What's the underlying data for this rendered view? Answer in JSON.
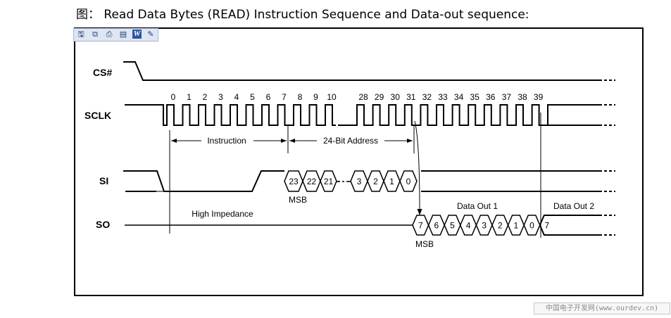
{
  "title": "图： Read Data Bytes (READ) Instruction Sequence and Data-out sequence:",
  "toolbar": {
    "buttons": [
      {
        "name": "save-icon",
        "glyph": "🖫"
      },
      {
        "name": "copy-icon",
        "glyph": "⧉"
      },
      {
        "name": "print-icon",
        "glyph": "⎙"
      },
      {
        "name": "pdf-icon",
        "glyph": "▤"
      },
      {
        "name": "word-icon",
        "glyph": "W"
      },
      {
        "name": "scan-icon",
        "glyph": "✎"
      }
    ]
  },
  "signals": {
    "cs": "CS#",
    "sclk": "SCLK",
    "si": "SI",
    "so": "SO"
  },
  "clock_numbers": [
    "0",
    "1",
    "2",
    "3",
    "4",
    "5",
    "6",
    "7",
    "8",
    "9",
    "10",
    "28",
    "29",
    "30",
    "31",
    "32",
    "33",
    "34",
    "35",
    "36",
    "37",
    "38",
    "39"
  ],
  "labels": {
    "instruction": "Instruction",
    "address": "24-Bit Address",
    "msb_si": "MSB",
    "msb_so": "MSB",
    "high_impedance": "High Impedance",
    "data_out_1": "Data Out 1",
    "data_out_2": "Data Out 2"
  },
  "si_bits": [
    "23",
    "22",
    "21",
    "3",
    "2",
    "1",
    "0"
  ],
  "so_bits": [
    "7",
    "6",
    "5",
    "4",
    "3",
    "2",
    "1",
    "0"
  ],
  "so_next": "7",
  "watermark": "中国电子开发网(www.ourdev.cn)"
}
